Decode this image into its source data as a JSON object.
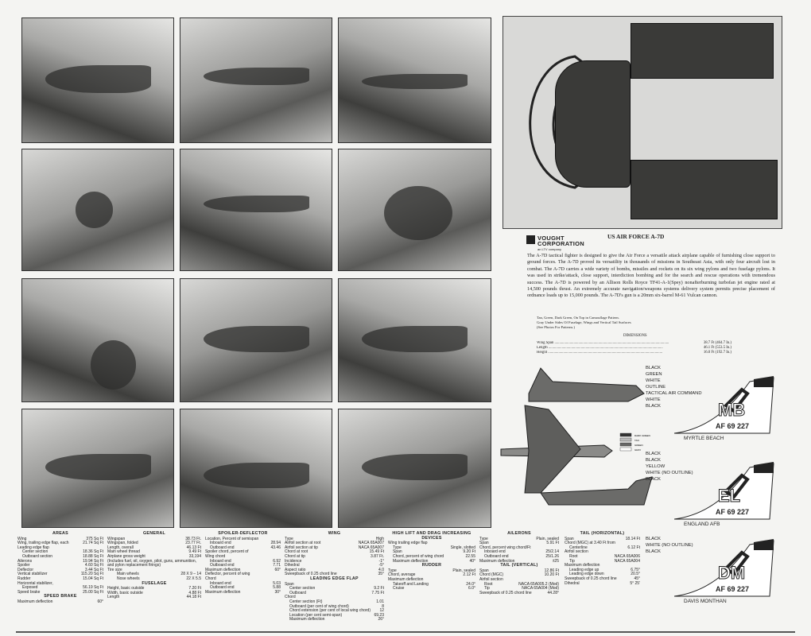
{
  "header": {
    "title": "US AIR FORCE  A-7D",
    "logo_name_1": "VOUGHT",
    "logo_name_2": "CORPORATION",
    "logo_sub": "an LTV company"
  },
  "description": "The A-7D tactical fighter is designed to give the Air Force a versatile attack airplane capable of furnishing close support to ground forces. The A-7D proved its versatility in thousands of missions in Southeast Asia, with only four aircraft lost in combat. The A-7D carries a wide variety of bombs, missiles and rockets on its six wing pylons and two fuselage pylons. It was used in strike/attack, close support, interdiction bombing and for the search and rescue operations with tremendous success. The A-7D is powered by an Allison Rolls Royce TF41-A-1(Spey) nonafterburning turbofan jet engine rated at 14,500 pounds thrust. An extremely accurate navigation/weapons systems delivery system permits precise placement of ordnance loads up to 15,000 pounds. The A-7D's gun is a 20mm six-barrel M-61 Vulcan cannon.",
  "color_notes": [
    "Tan, Green, Dark Green, On Top in Camouflage Pattern.",
    "Gray Under Sides Of Fuselage, Wings and Vertical Tail Surfaces",
    "(See Photos For Patterns.)"
  ],
  "dimensions": {
    "title": "DIMENSIONS",
    "rows": [
      {
        "label": "Wing Span",
        "value": "38.7 Ft (464.7 In.)"
      },
      {
        "label": "Length",
        "value": "46.1 Ft (553.5 In.)"
      },
      {
        "label": "Height",
        "value": "16.0 Ft (192.7 In.)"
      }
    ]
  },
  "camo_legend": [
    "DARK GREEN",
    "TAN",
    "GREEN",
    "GRAY"
  ],
  "fins": [
    {
      "base": "MYRTLE BEACH",
      "code": "MB",
      "serial": "AF 69 227",
      "callouts": [
        "BLACK",
        "GREEN",
        "WHITE",
        "OUTLINE",
        "TACTICAL AIR COMMAND",
        "WHITE",
        "BLACK"
      ]
    },
    {
      "base": "ENGLAND AFB",
      "code": "EL",
      "serial": "AF 69 227",
      "callouts": [
        "BLACK",
        "BLACK",
        "YELLOW",
        "WHITE (NO OUTLINE)",
        "BLACK"
      ]
    },
    {
      "base": "DAVIS MONTHAN",
      "code": "DM",
      "serial": "AF 69 227",
      "callouts": [
        "BLACK",
        "WHITE (NO OUTLINE)",
        "BLACK"
      ]
    }
  ],
  "specs": {
    "areas": {
      "title": "AREAS",
      "rows": [
        [
          "Wing",
          "375 Sq Ft",
          0
        ],
        [
          "Wing, trailing edge flap, each",
          "21.74 Sq Ft",
          0
        ],
        [
          "Leading edge flap",
          "",
          0
        ],
        [
          "Center section",
          "18.36 Sq Ft",
          1
        ],
        [
          "Outboard section",
          "18.88 Sq Ft",
          1
        ],
        [
          "Ailerons",
          "19.94 Sq Ft",
          0
        ],
        [
          "Spoiler",
          "4.60 Sq Ft",
          0
        ],
        [
          "Deflector",
          "3.44 Sq Ft",
          0
        ],
        [
          "Vertical stabilizer",
          "115.20 Sq Ft",
          0
        ],
        [
          "Rudder",
          "15.04 Sq Ft",
          0
        ],
        [
          "Horizontal stabilizer,",
          "",
          0
        ],
        [
          "Exposed",
          "56.19 Sq Ft",
          1
        ],
        [
          "Speed brake",
          "25.00 Sq Ft",
          0
        ]
      ]
    },
    "speed_brake": {
      "title": "SPEED BRAKE",
      "rows": [
        [
          "Maximum deflection",
          "60°",
          0
        ]
      ]
    },
    "general": {
      "title": "GENERAL",
      "rows": [
        [
          "Wingspan",
          "38.73 Ft.",
          0
        ],
        [
          "Wingspan, folded",
          "23.77 Ft.",
          0
        ],
        [
          "Length, overall",
          "46.13 Ft",
          0
        ],
        [
          "Main wheel thread",
          "9.49 Ft",
          0
        ],
        [
          "Airplane gross weight",
          "33,194",
          0
        ],
        [
          "(Includes fuel, oil, oxygen, pilot, guns, ammunition, and pylon replacement firings)",
          "",
          0
        ],
        [
          "Tire size",
          "",
          0
        ],
        [
          "Main wheels",
          "28 X 9 – 14",
          2
        ],
        [
          "Nose wheels",
          "22 X 5.5",
          2
        ]
      ]
    },
    "fuselage": {
      "title": "FUSELAGE",
      "rows": [
        [
          "Height, basic outside",
          "7.20 Ft",
          0
        ],
        [
          "Width, basic outside",
          "4.88 Ft",
          0
        ],
        [
          "Length",
          "44.18 Ft",
          0
        ]
      ]
    },
    "spoiler": {
      "title": "SPOILER-DEFLECTOR",
      "rows": [
        [
          "Location, Percent of semispan",
          "",
          0
        ],
        [
          "Inboard end",
          "28.94",
          1
        ],
        [
          "Outboard end",
          "43.46",
          1
        ],
        [
          "Spoiler chord, percent of",
          "",
          0
        ],
        [
          "Wing chord",
          "",
          0
        ],
        [
          "Inboard end",
          "6.92",
          1
        ],
        [
          "Outboard end",
          "7.71",
          1
        ],
        [
          "Maximum deflection",
          "60°",
          0
        ],
        [
          "Deflector, percent of wing",
          "",
          0
        ],
        [
          "Chord",
          "",
          0
        ],
        [
          "Inboard end",
          "5.03",
          1
        ],
        [
          "Outboard end",
          "5.88",
          1
        ],
        [
          "Maximum deflection",
          "30°",
          0
        ]
      ]
    },
    "wing": {
      "title": "WING",
      "rows": [
        [
          "Type",
          "High",
          0
        ],
        [
          "Airfoil section at root",
          "NACA 65A007",
          0
        ],
        [
          "Airfoil section at tip",
          "NACA 65A007",
          0
        ],
        [
          "Chord at root",
          "15.49 Ft",
          0
        ],
        [
          "Chord at tip",
          "3.87 Ft.",
          0
        ],
        [
          "Incidence",
          "-1°",
          0
        ],
        [
          "Dihedral",
          "-5°",
          0
        ],
        [
          "Aspect ratio",
          "4.0",
          0
        ],
        [
          "Sweepback of 0.25 chord line",
          "35°",
          0
        ]
      ]
    },
    "leading_edge_flap": {
      "title": "LEADING EDGE FLAP",
      "rows": [
        [
          "Span",
          "",
          0
        ],
        [
          "Center section",
          "9.2 Ft",
          1
        ],
        [
          "Outboard",
          "7.75 Ft",
          1
        ],
        [
          "Chord",
          "",
          0
        ],
        [
          "Center section (Ft)",
          "1.01",
          1
        ],
        [
          "Outboard (per cent of wing chord)",
          "8",
          1
        ],
        [
          "Chord extension (per cent of local wing chord)",
          "12",
          1
        ],
        [
          "Location (per cent semi-span)",
          "69.23",
          1
        ],
        [
          "Maximum deflection",
          "26°",
          1
        ]
      ]
    },
    "high_lift": {
      "title": "HIGH LIFT AND DRAG INCREASING DEVICES",
      "rows": [
        [
          "Wing trailing edge flap",
          "",
          0
        ],
        [
          "Type",
          "Single, slotted",
          1
        ],
        [
          "Span",
          "9.20 Ft",
          1
        ],
        [
          "Chord, percent of wing chord",
          "22.55",
          1
        ],
        [
          "Maximum deflection",
          "40°",
          1
        ]
      ]
    },
    "rudder": {
      "title": "RUDDER",
      "rows": [
        [
          "Type",
          "Plain, sealed",
          0
        ],
        [
          "Chord, average",
          "2.12 Ft",
          0
        ],
        [
          "Maximum deflection",
          "",
          0
        ],
        [
          "Takeoff and Landing",
          "24.0°",
          1
        ],
        [
          "Cruise",
          "6.0°",
          1
        ]
      ]
    },
    "ailerons": {
      "title": "AILERONS",
      "rows": [
        [
          "Type",
          "Plain, sealed",
          0
        ],
        [
          "Span",
          "5.91 Ft",
          0
        ],
        [
          "Chord, percent wing chord/Ft",
          "",
          0
        ],
        [
          "Inboard end",
          "25/2.14",
          1
        ],
        [
          "Outboard end",
          "25/1.26",
          1
        ],
        [
          "Maximum deflection",
          "±25",
          0
        ]
      ]
    },
    "tail_vertical": {
      "title": "TAIL (VERTICAL)",
      "rows": [
        [
          "Span",
          "12.86 Ft",
          0
        ],
        [
          "Chord (MGC)",
          "10.20 Ft",
          0
        ],
        [
          "Airfoil section",
          "",
          0
        ],
        [
          "Root",
          "NACA 65A005.2 (Mod)",
          1
        ],
        [
          "Tip",
          "NACA 65A004 (Mod)",
          1
        ],
        [
          "Sweepback of 0.25 chord line",
          "44.28°",
          0
        ]
      ]
    },
    "tail_horizontal": {
      "title": "TAIL (HORIZONTAL)",
      "rows": [
        [
          "Span",
          "18.14 Ft",
          0
        ],
        [
          "Chord (MGC) at 3.40 Ft from",
          "",
          0
        ],
        [
          "Centerline",
          "6.12 Ft",
          1
        ],
        [
          "Airfoil section",
          "",
          0
        ],
        [
          "Root",
          "NACA 65A006",
          1
        ],
        [
          "Tip",
          "NACA 65A004",
          1
        ],
        [
          "Maximum deflection",
          "",
          0
        ],
        [
          "Leading edge up",
          "6.75°",
          1
        ],
        [
          "Leading edge down",
          "20.5°",
          1
        ],
        [
          "Sweepback of 0.25 chord line",
          "45°",
          0
        ],
        [
          "Dihedral",
          "5° 25'",
          0
        ]
      ]
    }
  }
}
